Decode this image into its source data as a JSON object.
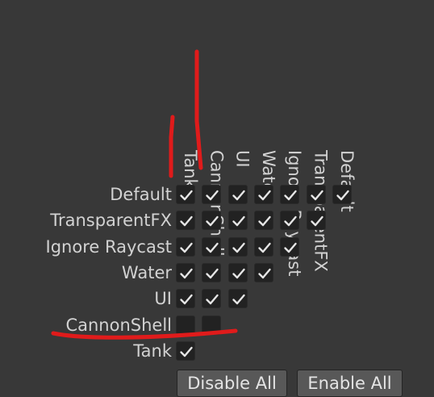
{
  "matrix": {
    "columns": [
      "Tank",
      "CannonShell",
      "UI",
      "Water",
      "Ignore Raycast",
      "TransparentFX",
      "Default"
    ],
    "rows": [
      {
        "label": "Default",
        "checks": [
          true,
          true,
          true,
          true,
          true,
          true,
          true
        ]
      },
      {
        "label": "TransparentFX",
        "checks": [
          true,
          true,
          true,
          true,
          true,
          true
        ]
      },
      {
        "label": "Ignore Raycast",
        "checks": [
          true,
          true,
          true,
          true,
          true
        ]
      },
      {
        "label": "Water",
        "checks": [
          true,
          true,
          true,
          true
        ]
      },
      {
        "label": "UI",
        "checks": [
          true,
          true,
          true
        ]
      },
      {
        "label": "CannonShell",
        "checks": [
          false,
          false
        ]
      },
      {
        "label": "Tank",
        "checks": [
          true
        ]
      }
    ]
  },
  "buttons": {
    "disable_all": "Disable All",
    "enable_all": "Enable All"
  },
  "annotation": {
    "color": "#e01b1b"
  },
  "colors": {
    "background": "#383838",
    "text": "#d2d2d2",
    "checkbox": "#222222",
    "button": "#585858"
  }
}
